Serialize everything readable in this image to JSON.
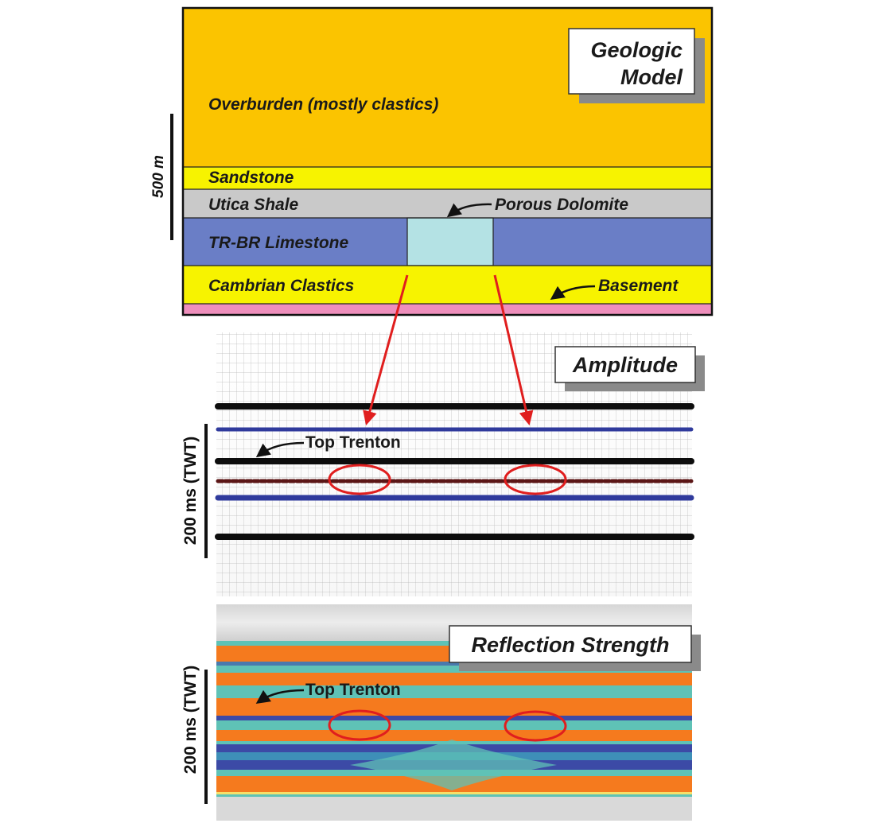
{
  "geologic_model": {
    "title_line1": "Geologic",
    "title_line2": "Model",
    "scale_label": "500 m",
    "layers": {
      "overburden": "Overburden (mostly clastics)",
      "sandstone": "Sandstone",
      "utica_shale": "Utica Shale",
      "porous_dolomite": "Porous Dolomite",
      "limestone": "TR-BR Limestone",
      "cambrian_clastics": "Cambrian Clastics",
      "basement": "Basement"
    }
  },
  "amplitude": {
    "title": "Amplitude",
    "scale_label": "200 ms (TWT)",
    "annotation": "Top Trenton"
  },
  "reflection_strength": {
    "title": "Reflection Strength",
    "scale_label": "200 ms (TWT)",
    "annotation": "Top Trenton"
  },
  "colors": {
    "overburden": "#fbc400",
    "sandstone": "#f7f300",
    "shale": "#c9c9c9",
    "limestone": "#6a7ec6",
    "dolomite": "#b4e2e4",
    "basement": "#ee8fbc",
    "arrow": "#e01e1e",
    "orange": "#f57a1e",
    "teal": "#5fc2b6",
    "blue": "#3c4aa6"
  }
}
